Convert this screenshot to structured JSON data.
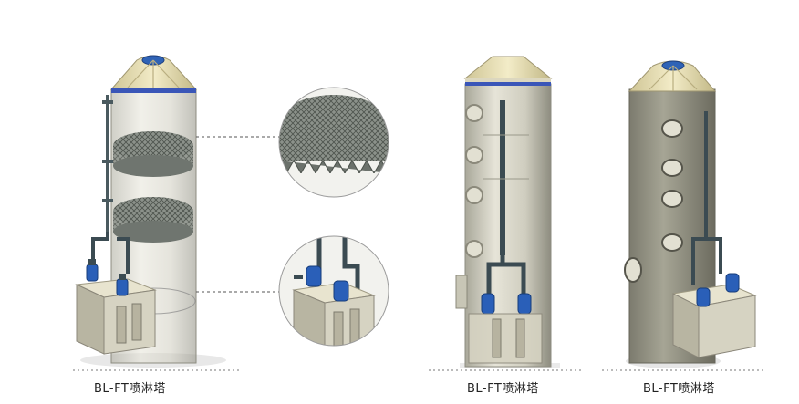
{
  "products": [
    {
      "caption": "BL-FT喷淋塔"
    },
    {
      "caption": "BL-FT喷淋塔"
    },
    {
      "caption": "BL-FT喷淋塔"
    }
  ],
  "colors": {
    "tower_body": "#cfcdbf",
    "tower_body_dark": "#8f8e80",
    "cone_cap": "#e8e0b8",
    "blue_band": "#3a56b8",
    "pump_blue": "#2a5fb8",
    "pipe": "#3b4b52",
    "packing_grid": "#6f756f",
    "tank": "#d6d3c2"
  }
}
